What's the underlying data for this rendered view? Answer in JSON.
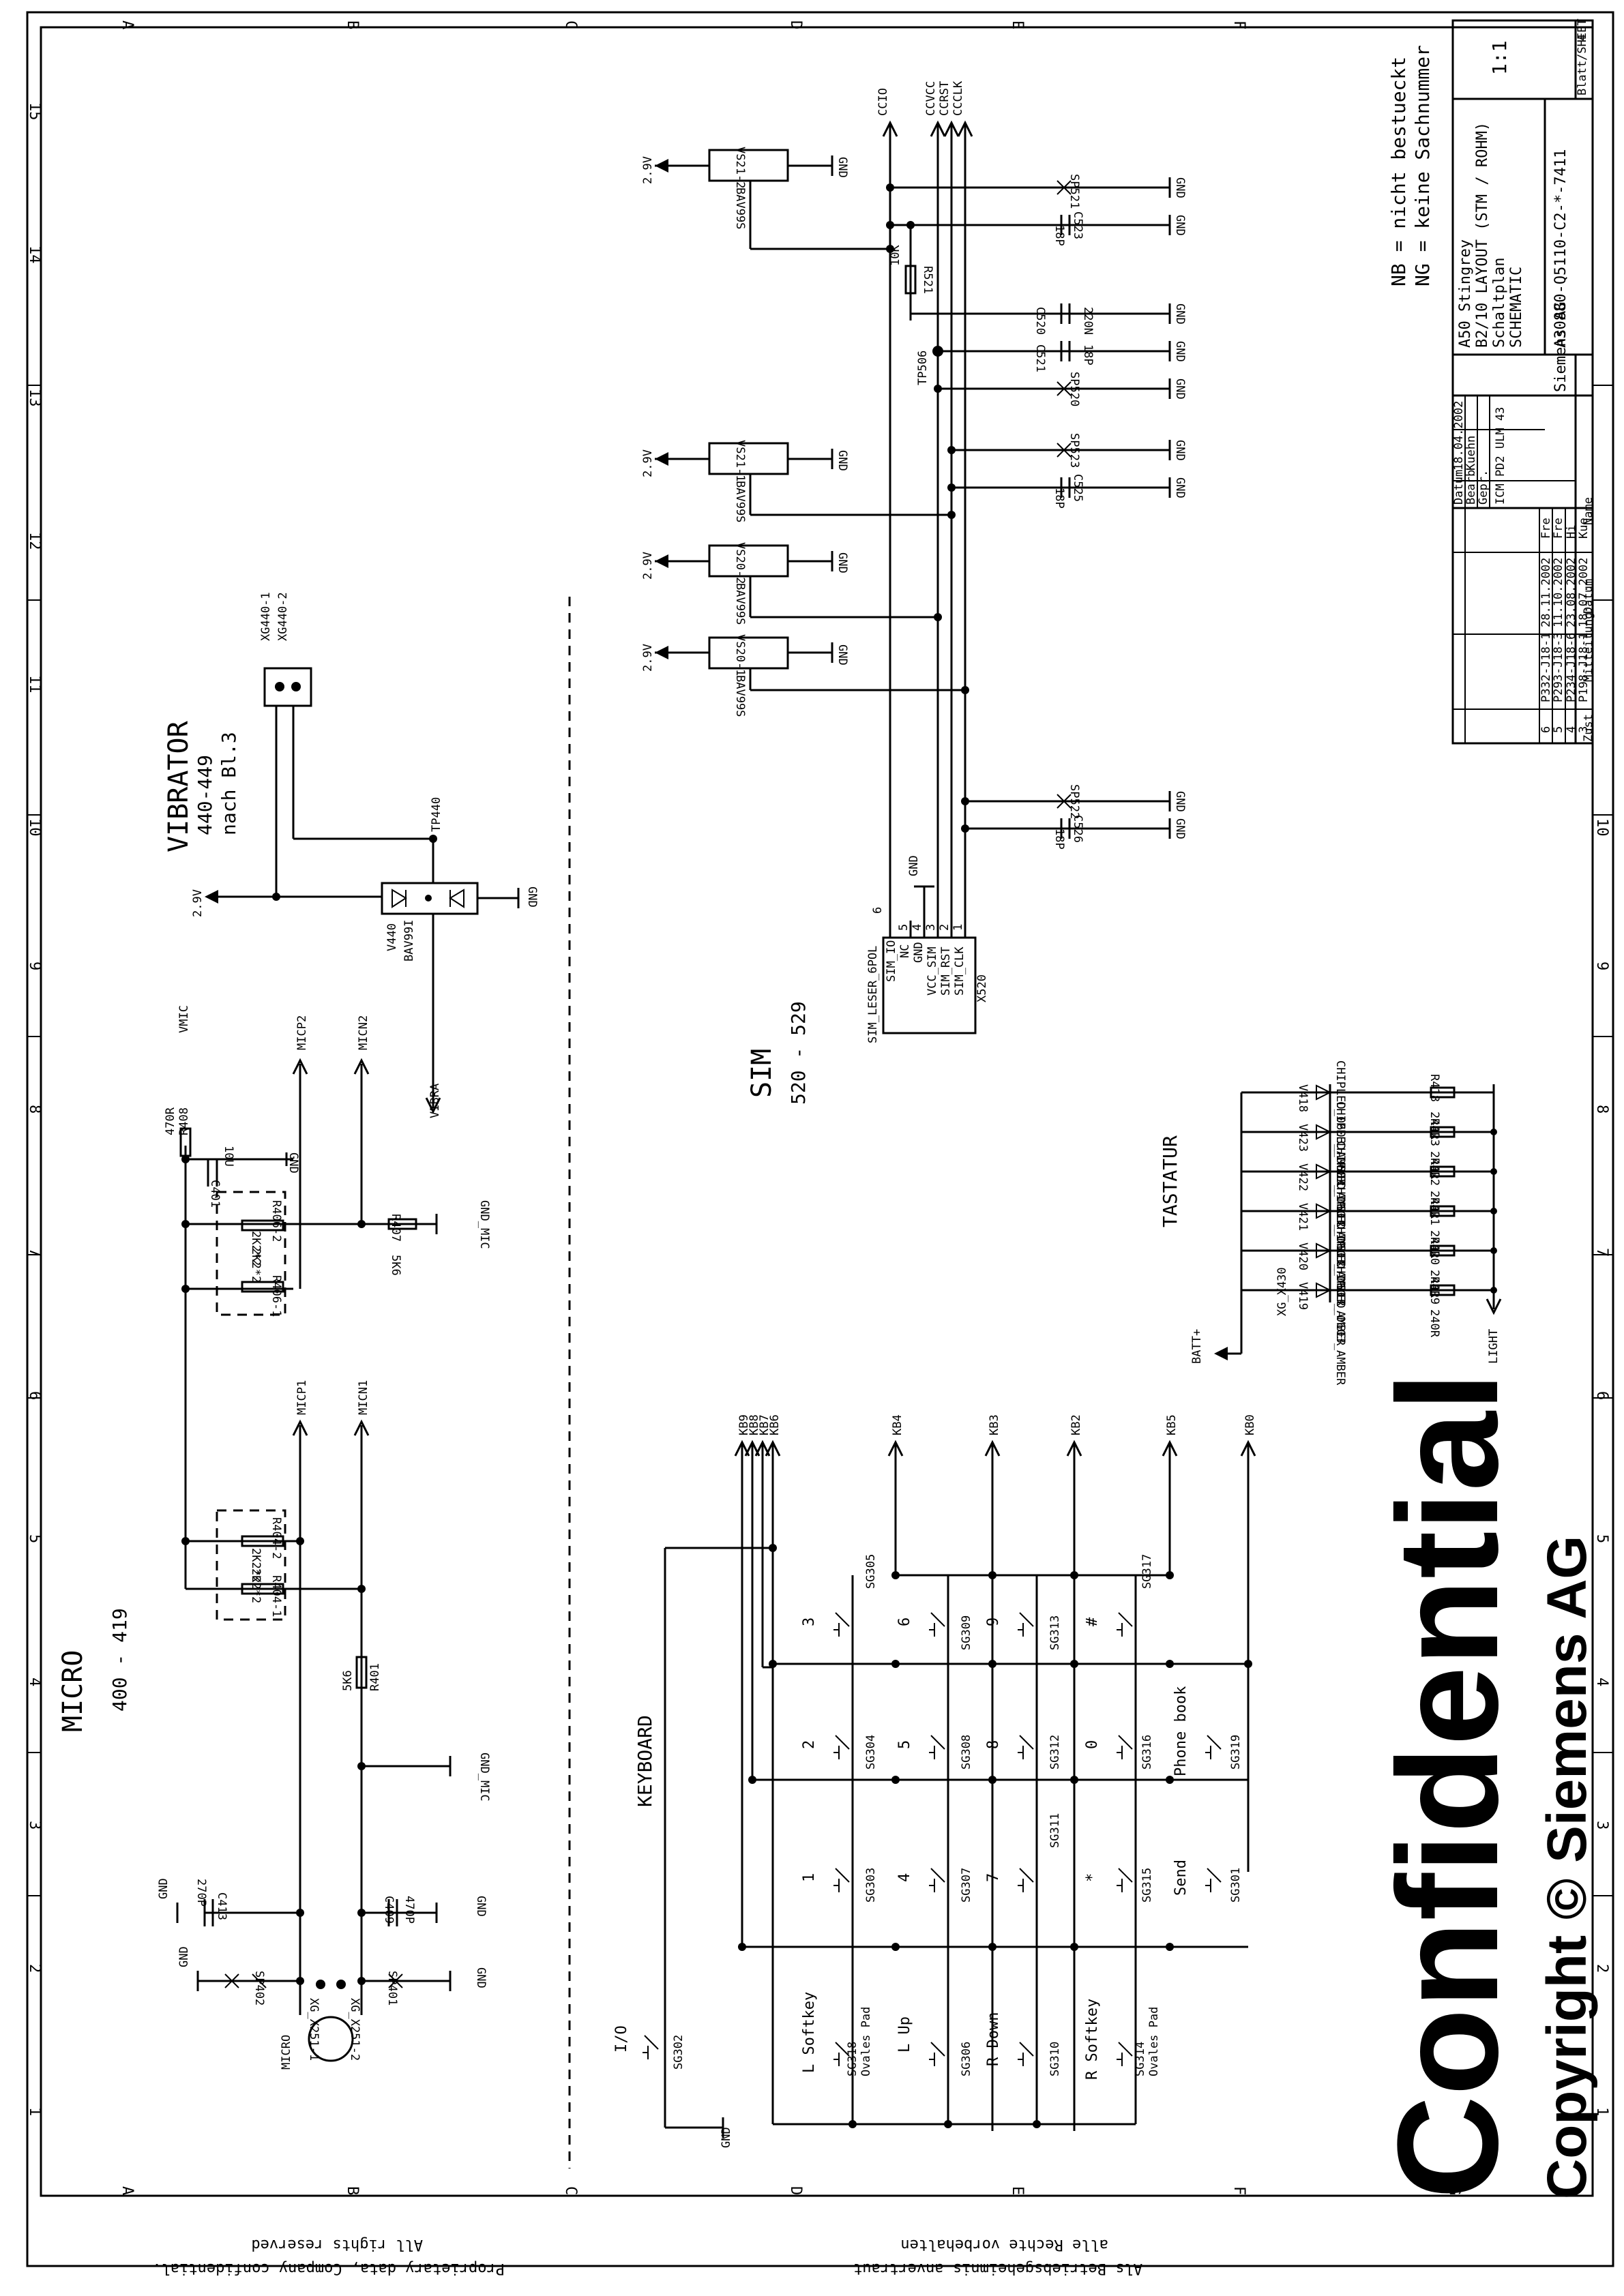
{
  "grid": {
    "columns": [
      "A",
      "B",
      "C",
      "D",
      "E",
      "F",
      "G"
    ],
    "rows": [
      "1",
      "2",
      "3",
      "4",
      "5",
      "6",
      "7",
      "8",
      "9",
      "10",
      "11",
      "12",
      "13",
      "14",
      "15"
    ]
  },
  "sections": {
    "micro": {
      "title": "MICRO",
      "range": "400 - 419"
    },
    "vibrator": {
      "title": "VIBRATOR",
      "range": "440-449",
      "ref": "nach Bl.3"
    },
    "sim": {
      "title": "SIM",
      "range": "520 - 529"
    },
    "keyboard": {
      "title": "KEYBOARD"
    },
    "tastatur": {
      "title": "TASTATUR"
    }
  },
  "nets": {
    "vmic": "VMIC",
    "micp2": "MICP2",
    "micn2": "MICN2",
    "micp1": "MICP1",
    "micn1": "MICN1",
    "vibra": "VIBRA",
    "tp440": "TP440",
    "v29": "2.9V",
    "gnd": "GND",
    "gnd_mic": "GND_MIC",
    "batt": "BATT+",
    "light": "LIGHT",
    "cci0": "CCIO",
    "ccvcc": "CCVCC",
    "ccrst": "CCRST",
    "ccclk": "CCCLK",
    "tp506": "TP506",
    "micro": "MICRO",
    "kb": [
      "KB9",
      "KB8",
      "KB7",
      "KB6",
      "KB4",
      "KB3",
      "KB2",
      "KB5",
      "KB0"
    ]
  },
  "micro_parts": {
    "r408": {
      "ref": "R408",
      "val": "470R"
    },
    "c401": {
      "ref": "C401",
      "val": "10U"
    },
    "r407": {
      "ref": "R407",
      "val": "5K6"
    },
    "r406_1": {
      "ref": "R406-1",
      "val": "2K2*2"
    },
    "r406_2": {
      "ref": "R406-2",
      "val": "2K2*2"
    },
    "r404_1": {
      "ref": "R404-1",
      "val": "2K2*2"
    },
    "r404_2": {
      "ref": "R404-2",
      "val": "2K2*2"
    },
    "r401": {
      "ref": "R401",
      "val": "5K6"
    },
    "c413": {
      "ref": "C413",
      "val": "270P"
    },
    "c409": {
      "ref": "C409",
      "val": "470P"
    },
    "sp402": "SP402",
    "sp401": "SP401",
    "xg251_1": "XG_X251-1",
    "xg251_2": "XG_X251-2"
  },
  "vibrator_parts": {
    "xg440_1": "XG440-1",
    "xg440_2": "XG440-2",
    "v440": "V440",
    "v440_val": "BAV99I"
  },
  "sim_parts": {
    "diode_val": "BAV99S",
    "vs521_2": "VS21-2",
    "vs521_1": "VS21-1",
    "vs520_2": "VS20-2",
    "vs520_1": "VS20-1",
    "c523": {
      "ref": "C523",
      "val": "18P"
    },
    "r521": {
      "ref": "R521",
      "val": "10K"
    },
    "c520": {
      "ref": "C520",
      "val": "220N"
    },
    "c521": {
      "ref": "C521",
      "val": "18P"
    },
    "c525": {
      "ref": "C525",
      "val": "18P"
    },
    "c526": {
      "ref": "C526",
      "val": "18P"
    },
    "sp521": "SP521",
    "sp520": "SP520",
    "sp523": "SP523",
    "sp522": "SP522",
    "x520": "X520",
    "x520_name": "SIM_LESER_6POL",
    "x520_pins": [
      "SIM_IO",
      "NC",
      "GND",
      "VCC_SIM",
      "SIM_RST",
      "SIM_CLK"
    ],
    "x520_pin_numbers": [
      "6",
      "5",
      "4",
      "3",
      "2",
      "1"
    ]
  },
  "keys": [
    {
      "ref": "SG305",
      "label": "3"
    },
    {
      "ref": "SG309",
      "label": "6"
    },
    {
      "ref": "SG313",
      "label": "9"
    },
    {
      "ref": "SG317",
      "label": "#"
    },
    {
      "ref": "SG304",
      "label": "2"
    },
    {
      "ref": "SG308",
      "label": "5"
    },
    {
      "ref": "SG312",
      "label": "8"
    },
    {
      "ref": "SG316",
      "label": "0"
    },
    {
      "ref": "SG319",
      "label": "Phone book"
    },
    {
      "ref": "SG303",
      "label": "1"
    },
    {
      "ref": "SG307",
      "label": "4"
    },
    {
      "ref": "SG311",
      "label": "7"
    },
    {
      "ref": "SG315",
      "label": "*"
    },
    {
      "ref": "SG301",
      "label": "Send"
    },
    {
      "ref": "SG318",
      "label": "L Softkey",
      "sub": "Ovales Pad"
    },
    {
      "ref": "SG306",
      "label": "L Up"
    },
    {
      "ref": "SG310",
      "label": "R Down"
    },
    {
      "ref": "SG314",
      "label": "R Softkey",
      "sub": "Ovales Pad"
    },
    {
      "ref": "SG302",
      "label": "I/O"
    }
  ],
  "leds": [
    {
      "ref": "V418",
      "res": "R418",
      "val": "240R"
    },
    {
      "ref": "V423",
      "res": "R423",
      "val": "240R"
    },
    {
      "ref": "V422",
      "res": "R422",
      "val": "240R"
    },
    {
      "ref": "V421",
      "res": "R421",
      "val": "240R"
    },
    {
      "ref": "V420",
      "res": "R420",
      "val": "240R"
    },
    {
      "ref": "V419",
      "res": "R419",
      "val": "240R"
    }
  ],
  "led_type": "CHIPLED_0603_AMBER",
  "batt_ref": "XG_X430",
  "notes": {
    "nb": "NB = nicht bestueckt",
    "ng": "NG = keine Sachnummer"
  },
  "title_block": {
    "project": "A50 Stingrey",
    "layout": "B2/10 LAYOUT (STM / ROHM)",
    "type_de": "Schaltplan",
    "type_en": "SCHEMATIC",
    "doc_no": "A30880-Q5110-C2-*-7411",
    "scale": "1:1",
    "sheet_label": "Blatt/SHEET",
    "sheet": "4",
    "company": "Siemens AG",
    "dept": "ICM PD2 ULM 43",
    "datum_label": "Datum",
    "datum": "18.04.2002",
    "bearb_label": "Bearb",
    "bearb": "Kuehn",
    "gepr_label": "Gepr.",
    "revisions": [
      {
        "zust": "6",
        "msg": "P332-J18-1",
        "date": "28.11.2002",
        "name": "Fre"
      },
      {
        "zust": "5",
        "msg": "P293-J18-3",
        "date": "11.10.2002",
        "name": "Fre"
      },
      {
        "zust": "4",
        "msg": "P234-J18-6",
        "date": "23.08.2002",
        "name": "Hi"
      },
      {
        "zust": "3",
        "msg": "P198-J18-1",
        "date": "18.07.2002",
        "name": "Kue"
      }
    ],
    "rev_headers": {
      "zust": "Zust",
      "msg": "Mitteilung",
      "date": "Datum",
      "name": "Name"
    }
  },
  "footer": {
    "left_1": "Proprietary data, Company confidential.",
    "left_2": "All rights reserved",
    "right_1": "Als Betriebsgeheimnis anvertraut",
    "right_2": "alle Rechte vorbehalten"
  },
  "watermark": {
    "confidential": "Confidential",
    "copyright": "Copyright © Siemens AG"
  }
}
